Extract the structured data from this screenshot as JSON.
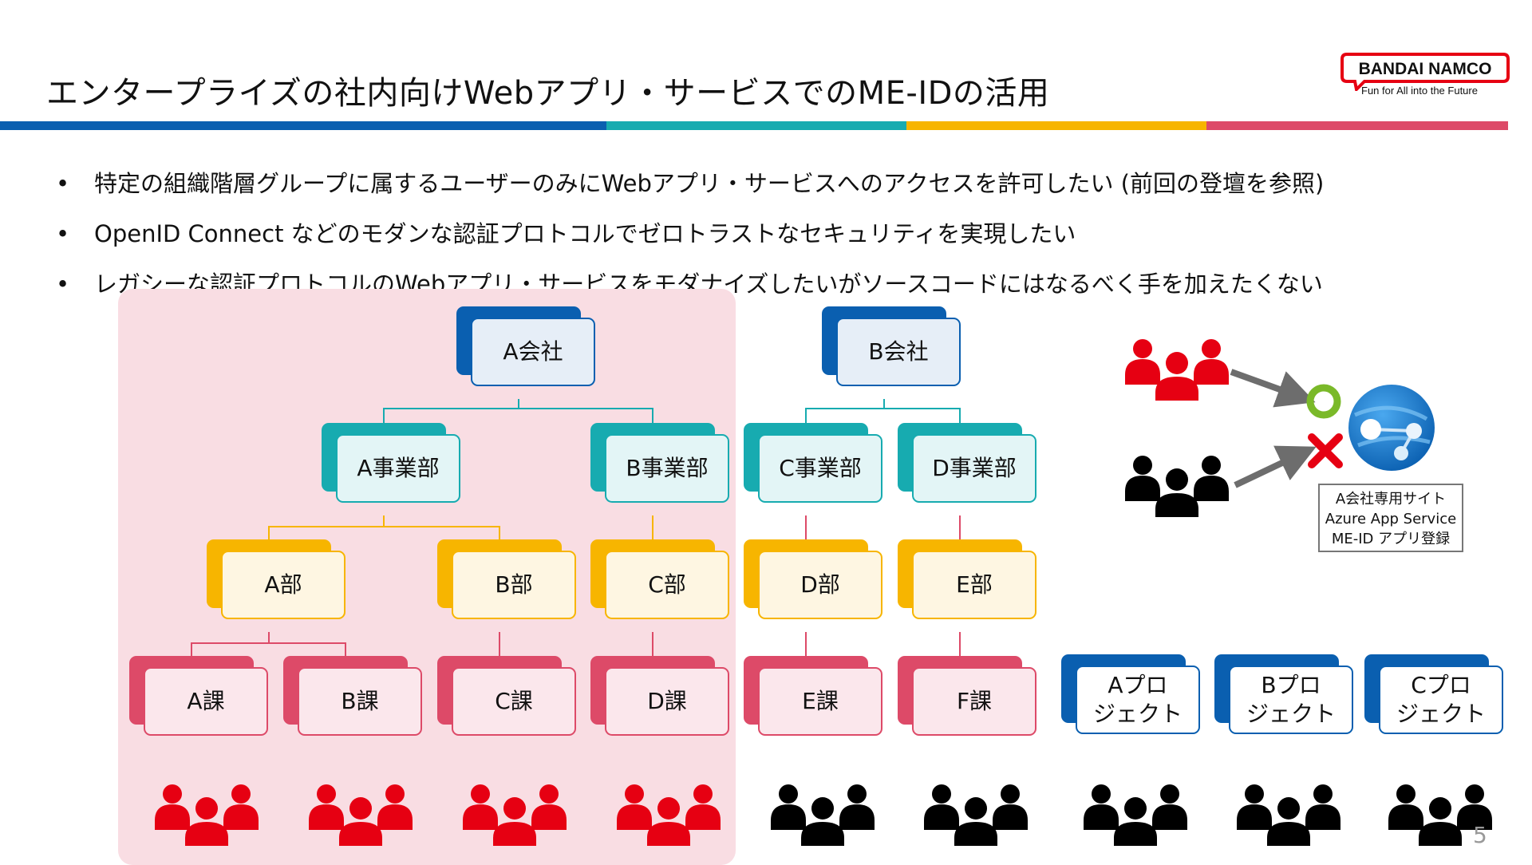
{
  "title": "エンタープライズの社内向けWebアプリ・サービスでのME-IDの活用",
  "logo": {
    "brand": "BANDAI NAMCO",
    "tagline": "Fun for All into the Future",
    "color": "#e60012"
  },
  "stripe_colors": [
    "#0a5fb0",
    "#17abb0",
    "#f7b500",
    "#dd4a68"
  ],
  "bullets": [
    "特定の組織階層グループに属するユーザーのみにWebアプリ・サービスへのアクセスを許可したい (前回の登壇を参照)",
    "OpenID Connect などのモダンな認証プロトコルでゼロトラストなセキュリティを実現したい",
    "レガシーな認証プロトコルのWebアプリ・サービスをモダナイズしたいがソースコードにはなるべく手を加えたくない"
  ],
  "bullet_symbol": "•",
  "tree": {
    "companies": [
      "A会社",
      "B会社"
    ],
    "divisions": [
      "A事業部",
      "B事業部",
      "C事業部",
      "D事業部"
    ],
    "departments": [
      "A部",
      "B部",
      "C部",
      "D部",
      "E部"
    ],
    "sections": [
      "A課",
      "B課",
      "C課",
      "D課",
      "E課",
      "F課"
    ],
    "projects": [
      {
        "line1": "Aプロ",
        "line2": "ジェクト"
      },
      {
        "line1": "Bプロ",
        "line2": "ジェクト"
      },
      {
        "line1": "Cプロ",
        "line2": "ジェクト"
      }
    ]
  },
  "colors": {
    "allowed_users": "#e60012",
    "denied_users": "#000000",
    "allowed_mark": "#7ab929",
    "denied_mark": "#e60012",
    "highlight_area": "#f9dde3"
  },
  "access_box": {
    "line1": "A会社専用サイト",
    "line2": "Azure App Service",
    "line3": "ME-ID アプリ登録"
  },
  "icons": [
    "people-group-icon",
    "allowed-circle-icon",
    "denied-x-icon",
    "azure-app-service-icon"
  ],
  "page_number": "5"
}
